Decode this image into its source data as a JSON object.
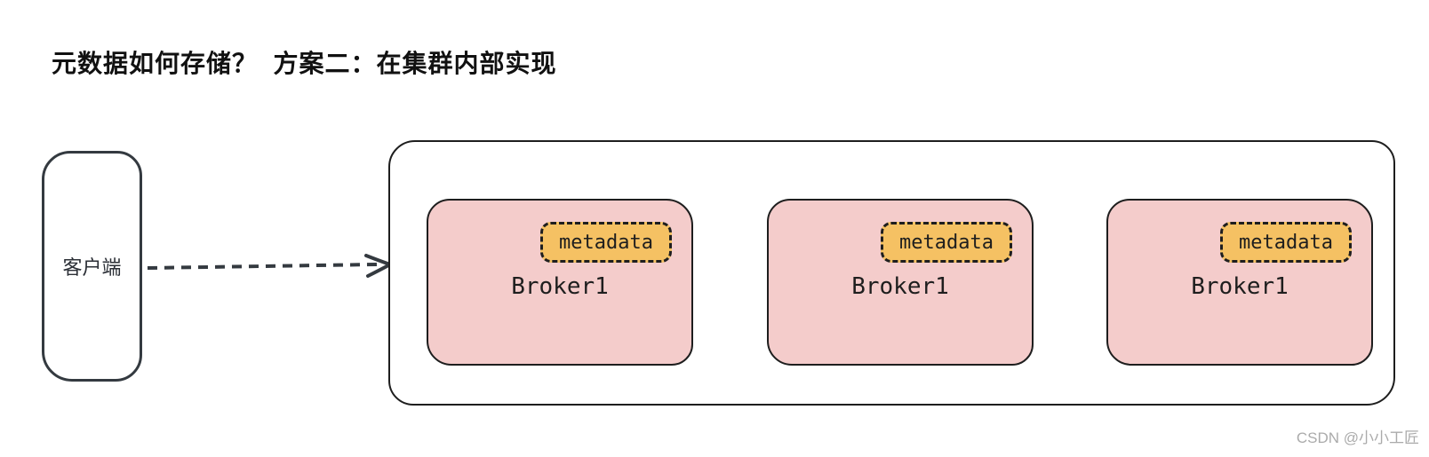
{
  "title": "元数据如何存储？  方案二：在集群内部实现",
  "client": {
    "label": "客户端"
  },
  "arrow": {
    "style": "dashed",
    "direction": "left-to-right"
  },
  "cluster": {
    "brokers": [
      {
        "name": "Broker1",
        "tag": "metadata"
      },
      {
        "name": "Broker1",
        "tag": "metadata"
      },
      {
        "name": "Broker1",
        "tag": "metadata"
      }
    ]
  },
  "watermark": "CSDN @小小工匠",
  "colors": {
    "ink": "#1e1e1e",
    "arrow": "#343a40",
    "pink": "#f4cccb",
    "orange": "#f5c163",
    "watermark": "#ababab",
    "bg": "#ffffff"
  }
}
